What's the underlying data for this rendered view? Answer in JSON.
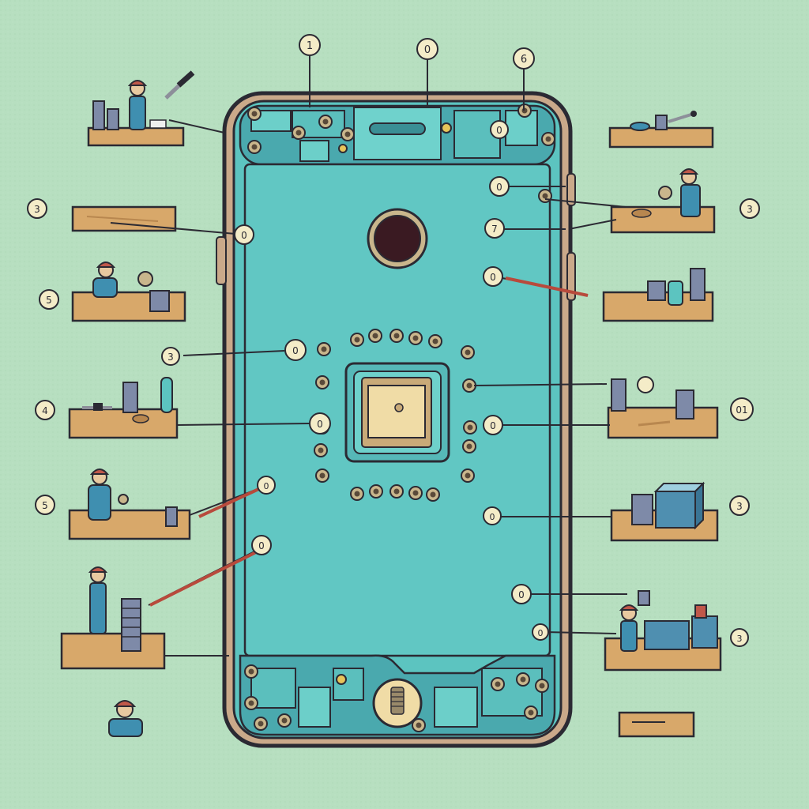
{
  "diagram": {
    "colors": {
      "background": "#b7dfc0",
      "phone_body": "#5cc4c0",
      "phone_frame": "#caa98a",
      "outline": "#2b2a33",
      "wood_shelf": "#d8a86a",
      "worker_blue": "#3f8fb0",
      "hard_hat": "#c0584a",
      "callout_fill": "#f4ecc8",
      "screw_metal": "#8d8f9a",
      "tool_red": "#b84a3c"
    },
    "callouts": [
      {
        "id": "top-1",
        "label": "1"
      },
      {
        "id": "top-2",
        "label": "0"
      },
      {
        "id": "top-3",
        "label": "6"
      },
      {
        "id": "inner-1",
        "label": "0"
      },
      {
        "id": "inner-2",
        "label": "0"
      },
      {
        "id": "inner-3",
        "label": "7"
      },
      {
        "id": "inner-4",
        "label": "0"
      },
      {
        "id": "inner-5",
        "label": "0"
      },
      {
        "id": "inner-6",
        "label": "0"
      },
      {
        "id": "inner-7",
        "label": "0"
      },
      {
        "id": "inner-8",
        "label": "0"
      },
      {
        "id": "inner-9",
        "label": "0"
      },
      {
        "id": "inner-10",
        "label": "0"
      },
      {
        "id": "inner-11",
        "label": "0"
      },
      {
        "id": "inner-12",
        "label": "0"
      },
      {
        "id": "inner-13",
        "label": "0"
      },
      {
        "id": "left-1",
        "label": "3"
      },
      {
        "id": "left-2",
        "label": "5"
      },
      {
        "id": "left-3",
        "label": "3"
      },
      {
        "id": "left-4",
        "label": "4"
      },
      {
        "id": "left-5",
        "label": "5"
      },
      {
        "id": "right-1",
        "label": "3"
      },
      {
        "id": "right-2",
        "label": "01"
      },
      {
        "id": "right-3",
        "label": "3"
      },
      {
        "id": "right-4",
        "label": "3"
      }
    ],
    "stations": [
      {
        "id": "station-left-1",
        "side": "left",
        "items": [
          "worker",
          "screw-stack"
        ]
      },
      {
        "id": "station-left-2",
        "side": "left",
        "items": [
          "board"
        ]
      },
      {
        "id": "station-left-3",
        "side": "left",
        "items": [
          "worker",
          "screw-stack"
        ]
      },
      {
        "id": "station-left-4",
        "side": "left",
        "items": [
          "screw-stack",
          "tool"
        ]
      },
      {
        "id": "station-left-5",
        "side": "left",
        "items": [
          "worker",
          "screw-stack"
        ]
      },
      {
        "id": "station-left-6",
        "side": "left",
        "items": [
          "worker",
          "screw-stack"
        ]
      },
      {
        "id": "station-right-1",
        "side": "right",
        "items": [
          "screw-stack",
          "tool"
        ]
      },
      {
        "id": "station-right-2",
        "side": "right",
        "items": [
          "worker",
          "tool"
        ]
      },
      {
        "id": "station-right-3",
        "side": "right",
        "items": [
          "screw-stack"
        ]
      },
      {
        "id": "station-right-4",
        "side": "right",
        "items": [
          "screw-stack"
        ]
      },
      {
        "id": "station-right-5",
        "side": "right",
        "items": [
          "screw-stack",
          "box"
        ]
      },
      {
        "id": "station-right-6",
        "side": "right",
        "items": [
          "worker",
          "box"
        ]
      },
      {
        "id": "station-right-7",
        "side": "right",
        "items": [
          "board"
        ]
      }
    ],
    "icons": [
      "phone-body",
      "camera-hole",
      "chip-square",
      "screw-icon",
      "worker-figure",
      "screwdriver-icon",
      "wood-shelf",
      "callout-circle"
    ]
  }
}
